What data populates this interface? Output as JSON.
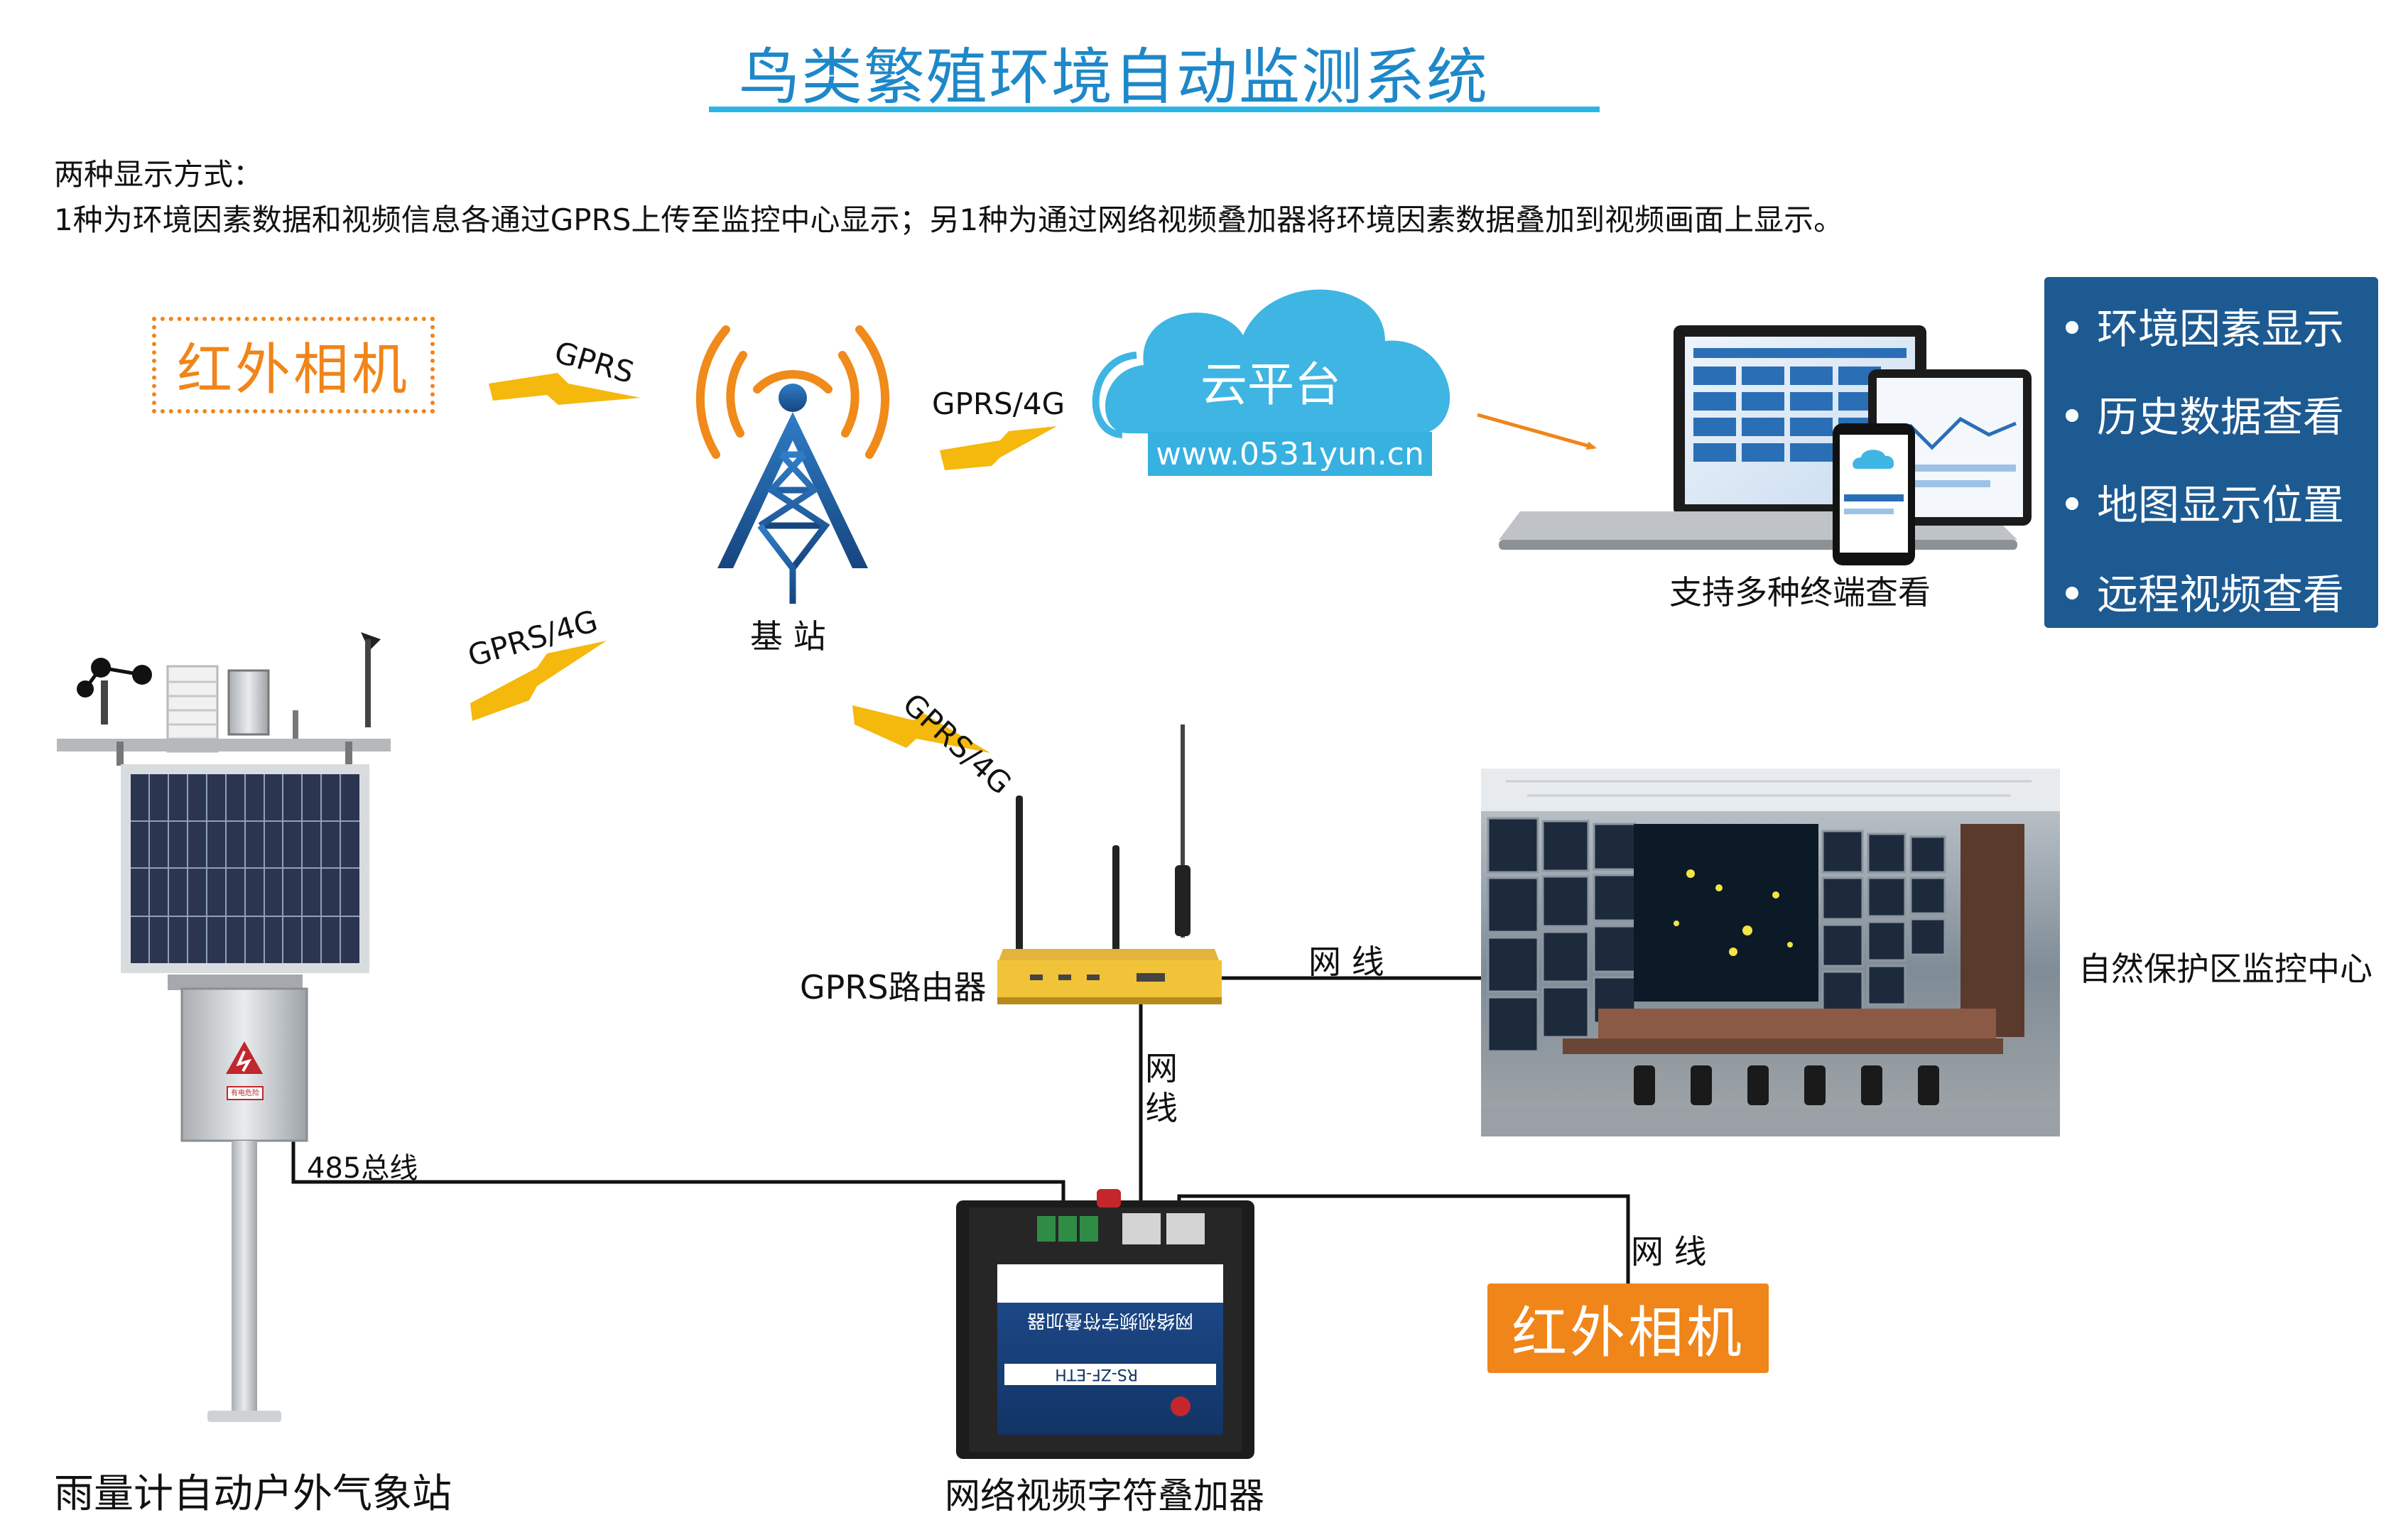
{
  "title": "鸟类繁殖环境自动监测系统",
  "intro": {
    "line1": "两种显示方式：",
    "line2": "1种为环境因素数据和视频信息各通过GPRS上传至监控中心显示；另1种为通过网络视频叠加器将环境因素数据叠加到视频画面上显示。"
  },
  "nodes": {
    "camera_top": "红外相机",
    "camera_bottom": "红外相机",
    "base_station": "基 站",
    "cloud_name": "云平台",
    "cloud_url": "www.0531yun.cn",
    "terminals": "支持多种终端查看",
    "router": "GPRS路由器",
    "monitor_center": "自然保护区监控中心",
    "weather_station": "雨量计自动户外气象站",
    "overlay_device": "网络视频字符叠加器"
  },
  "links": {
    "camera_gprs": "GPRS",
    "tower_cloud": "GPRS/4G",
    "station_tower": "GPRS/4G",
    "tower_router": "GPRS/4G",
    "router_center": "网 线",
    "router_overlay_1": "网",
    "router_overlay_2": "线",
    "bus_485": "485总线",
    "overlay_camera": "网 线"
  },
  "features": [
    "环境因素显示",
    "历史数据查看",
    "地图显示位置",
    "远程视频查看"
  ],
  "device_labels": {
    "overlay_panel": "网络视频字符叠加器",
    "overlay_model": "RS-ZF-ETH",
    "hazard_sign": "有电危险"
  },
  "colors": {
    "title": "#1e88c8",
    "camera": "#f08519",
    "lightning": "#f5b80c",
    "tower": "#1f5fa5",
    "tower_arcs": "#f08a1a",
    "cloud": "#36b1e0",
    "feature_box": "#1d5a91",
    "arrow": "#f08519"
  }
}
